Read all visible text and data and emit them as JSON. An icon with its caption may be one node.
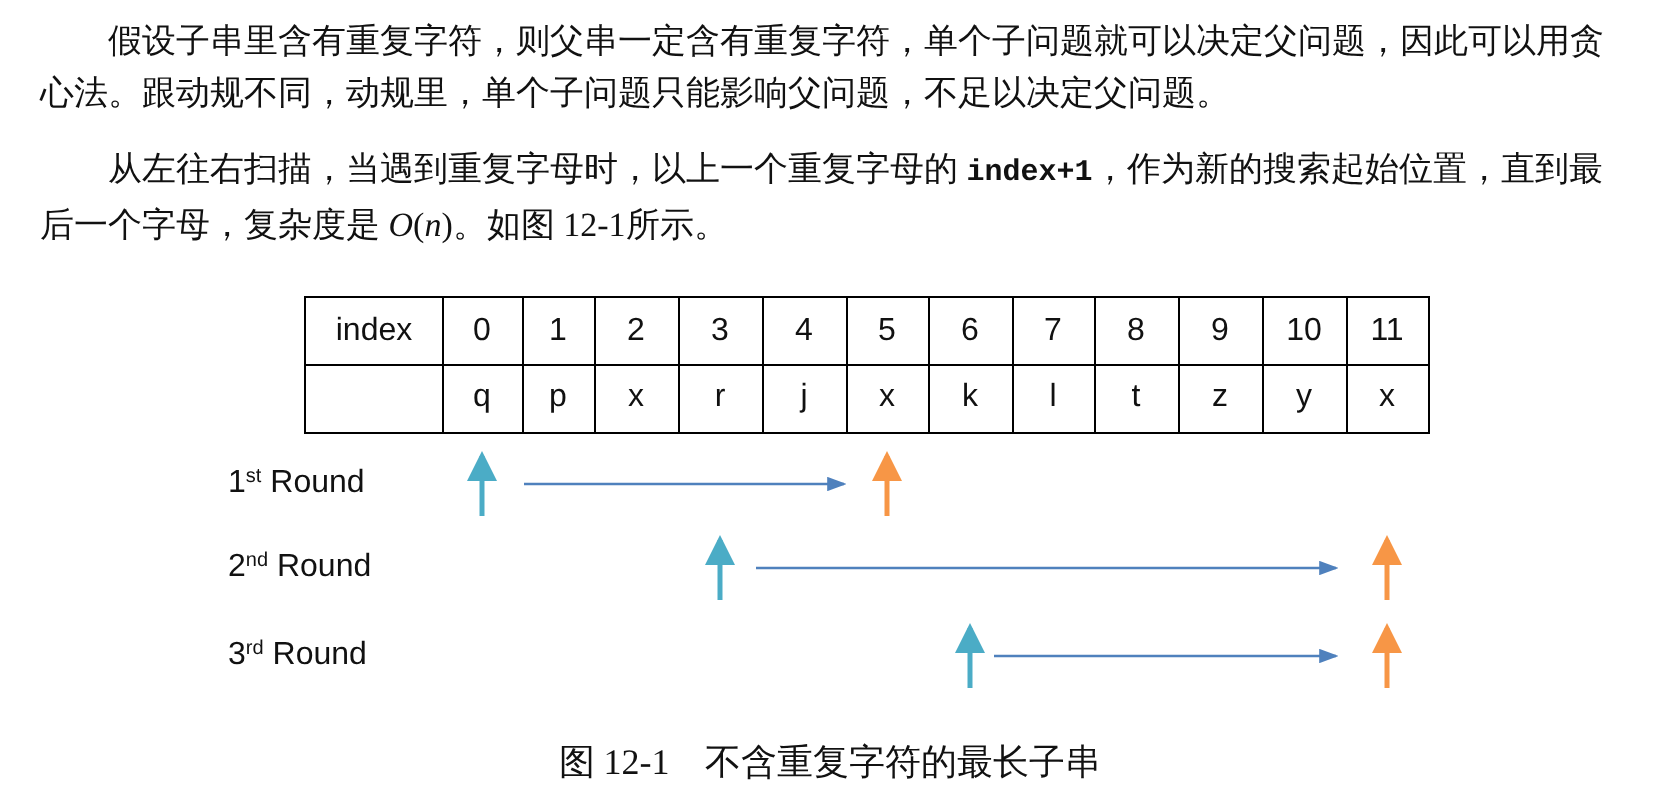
{
  "diagram": {
    "caption": "图 12-1　不含重复字符的最长子串",
    "labels": [
      "假设子串里含有重复字符，则父串一定含有重复字符，单个子问题就可以决定父问题，因此可以用贪心法。跟动规不同，动规里，单个子问题只能影响父问题，不足以决定父问题。",
      "从左往右扫描，当遇到重复字母时，以上一个重复字母的 **index+1**，作为新的搜索起始位置，直到最后一个字母，复杂度是 *O*(*n*)。如图 12-1所示。",
      "index",
      "0",
      "1",
      "2",
      "3",
      "4",
      "5",
      "6",
      "7",
      "8",
      "9",
      "10",
      "11",
      "q",
      "p",
      "x",
      "r",
      "j",
      "x",
      "k",
      "l",
      "t",
      "z",
      "y",
      "x",
      "1$^{st}$ Round",
      "2$^{nd}$ Round",
      "3$^{rd}$ Round"
    ]
  }
}
